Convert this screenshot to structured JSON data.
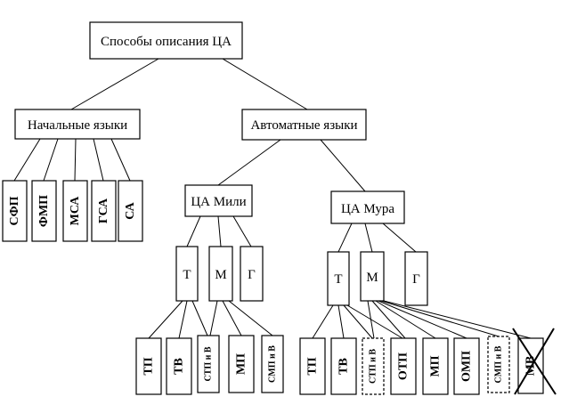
{
  "root": {
    "label": "Способы описания ЦА"
  },
  "level1": {
    "initial": {
      "label": "Начальные языки"
    },
    "automata": {
      "label": "Автоматные языки"
    }
  },
  "initial_languages": [
    {
      "label": "СФП"
    },
    {
      "label": "ФМП"
    },
    {
      "label": "МСА"
    },
    {
      "label": "ГСА"
    },
    {
      "label": "СА"
    }
  ],
  "mealy": {
    "label": "ЦА Мили",
    "children": [
      {
        "label": "Т"
      },
      {
        "label": "М"
      },
      {
        "label": "Г"
      }
    ],
    "leaves": [
      {
        "label": "ТП"
      },
      {
        "label": "ТВ"
      },
      {
        "label": "СТП и В"
      },
      {
        "label": "МП"
      },
      {
        "label": "СМП и В"
      }
    ]
  },
  "moore": {
    "label": "ЦА Мура",
    "children": [
      {
        "label": "Т"
      },
      {
        "label": "М"
      },
      {
        "label": "Г"
      }
    ],
    "leaves": [
      {
        "label": "ТП"
      },
      {
        "label": "ТВ"
      },
      {
        "label": "СТП и В",
        "dashed": true
      },
      {
        "label": "ОТП"
      },
      {
        "label": "МП"
      },
      {
        "label": "ОМП"
      },
      {
        "label": "СМП и В",
        "dashed": true
      },
      {
        "label": "МВ",
        "crossed": true
      }
    ]
  }
}
